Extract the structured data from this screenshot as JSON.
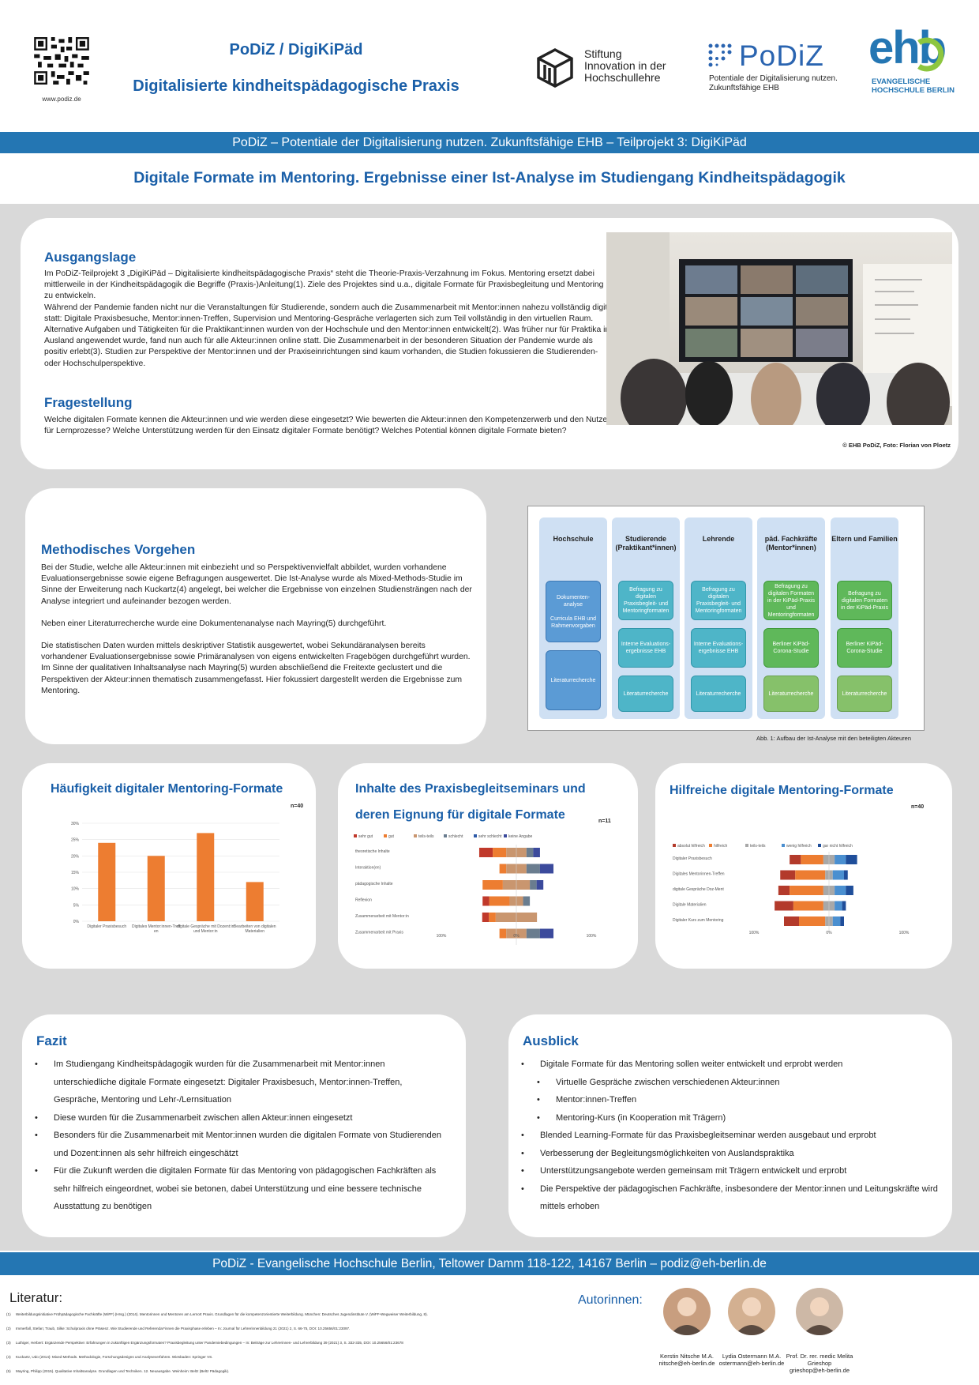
{
  "header": {
    "qr_url": "www.podiz.de",
    "title_line1": "PoDiZ / DigiKiPäd",
    "title_line2": "Digitalisierte kindheitspädagogische Praxis",
    "stiftung_line1": "Stiftung",
    "stiftung_line2": "Innovation in der",
    "stiftung_line3": "Hochschullehre",
    "podiz_logo": "PoDiZ",
    "podiz_sub1": "Potentiale der Digitalisierung nutzen.",
    "podiz_sub2": "Zukunftsfähige EHB",
    "ehb_logo": "ehb",
    "ehb_sub1": "EVANGELISCHE",
    "ehb_sub2": "HOCHSCHULE BERLIN"
  },
  "band_top": "PoDiZ – Potentiale der Digitalisierung nutzen. Zukunftsfähige EHB – Teilprojekt 3: DigiKiPäd",
  "main_title": "Digitale Formate im Mentoring. Ergebnisse einer Ist-Analyse im Studiengang Kindheitspädagogik",
  "ausgangslage": {
    "heading": "Ausgangslage",
    "text": "Im PoDiZ-Teilprojekt 3 „DigiKiPäd – Digitalisierte kindheitspädagogische Praxis“ steht die Theorie-Praxis-Verzahnung im Fokus. Mentoring ersetzt dabei mittlerweile in der Kindheitspädagogik die Begriffe (Praxis-)Anleitung(1). Ziele des Projektes sind u.a., digitale Formate für Praxisbegleitung und Mentoring zu entwickeln.",
    "text2": "Während der Pandemie fanden nicht nur die Veranstaltungen für Studierende, sondern auch die Zusammenarbeit mit Mentor:innen nahezu vollständig digital statt: Digitale Praxisbesuche, Mentor:innen-Treffen, Supervision und Mentoring-Gespräche verlagerten sich zum Teil vollständig in den virtuellen Raum. Alternative Aufgaben und Tätigkeiten für die Praktikant:innen wurden von der Hochschule und den Mentor:innen entwickelt(2). Was früher nur für Praktika im Ausland angewendet wurde, fand nun auch für alle Akteur:innen online statt. Die Zusammenarbeit in der besonderen Situation der Pandemie wurde als positiv erlebt(3). Studien zur Perspektive der Mentor:innen und der Praxiseinrichtungen sind kaum vorhanden, die Studien fokussieren die Studierenden- oder Hochschulperspektive."
  },
  "fragestellung": {
    "heading": "Fragestellung",
    "text": "Welche digitalen Formate kennen die Akteur:innen und wie werden diese eingesetzt? Wie bewerten die Akteur:innen den Kompetenzerwerb und den Nutzen für Lernprozesse? Welche Unterstützung werden für den Einsatz digitaler Formate benötigt? Welches Potential können digitale Formate bieten?"
  },
  "photo_caption": "© EHB PoDiZ, Foto: Florian von Ploetz",
  "methodik": {
    "heading": "Methodisches Vorgehen",
    "p1": "Bei der Studie, welche alle Akteur:innen mit einbezieht und so Perspektivenvielfalt abbildet, wurden vorhandene Evaluationsergebnisse sowie eigene Befragungen ausgewertet. Die Ist-Analyse wurde als Mixed-Methods-Studie im Sinne der Erweiterung nach Kuckartz(4) angelegt, bei welcher die Ergebnisse von einzelnen Studiensträngen nach der Analyse integriert und aufeinander bezogen werden.",
    "p2": "Neben einer Literaturrecherche wurde eine Dokumentenanalyse nach Mayring(5) durchgeführt.",
    "p3": "Die statistischen Daten wurden mittels deskriptiver Statistik ausgewertet, wobei Sekundäranalysen bereits vorhandener Evaluationsergebnisse sowie Primäranalysen von eigens entwickelten Fragebögen durchgeführt wurden. Im Sinne der qualitativen Inhaltsanalyse nach Mayring(5) wurden abschließend die Freitexte geclustert und die Perspektiven der Akteur:innen thematisch zusammengefasst. Hier fokussiert dargestellt werden die Ergebnisse zum Mentoring."
  },
  "diagram": {
    "caption": "Abb. 1: Aufbau der Ist-Analyse mit den beteiligten Akteuren",
    "columns": [
      {
        "head": "Hochschule",
        "boxes": [
          "Dokumenten-analyse\n\nCurricula EHB und Rahmenvorgaben",
          "Literaturrecherche"
        ]
      },
      {
        "head": "Studierende (Praktikant*innen)",
        "boxes": [
          "Befragung zu digitalen Praxisbegleit- und Mentoringformaten",
          "Interne Evaluations-ergebnisse EHB",
          "Literaturrecherche"
        ]
      },
      {
        "head": "Lehrende",
        "boxes": [
          "Befragung zu digitalen Praxisbegleit- und Mentoringformaten",
          "Interne Evaluations-ergebnisse EHB",
          "Literaturrecherche"
        ]
      },
      {
        "head": "päd. Fachkräfte (Mentor*innen)",
        "boxes": [
          "Befragung zu digitalen Formaten in der KiPäd-Praxis und Mentoringformaten",
          "Berliner KiPäd-Corona-Studie",
          "Literaturrecherche"
        ]
      },
      {
        "head": "Eltern und Familien",
        "boxes": [
          "Befragung zu digitalen Formaten in der KiPäd-Praxis",
          "Berliner KiPäd-Corona-Studie",
          "Literaturrecherche"
        ]
      }
    ]
  },
  "chart1": {
    "heading": "Häufigkeit digitaler Mentoring-Formate",
    "n": "n=40"
  },
  "chart2": {
    "heading_l1": "Inhalte des Praxisbegleitseminars und",
    "heading_l2": "deren Eignung für digitale Formate",
    "n": "n=11"
  },
  "chart3": {
    "heading": "Hilfreiche digitale Mentoring-Formate",
    "n": "n=40"
  },
  "chart_data": [
    {
      "type": "bar",
      "title": "Häufigkeit digitaler Mentoring-Formate",
      "categories": [
        "Digitaler Praxisbesuch",
        "Digitales Mentor:innen-Treffen",
        "digitale Gespräche mit Dozent:in und Mentor:in",
        "Bearbeiten von digitalen Materialien"
      ],
      "values": [
        24,
        20,
        27,
        12
      ],
      "yticks": [
        "0%",
        "5%",
        "10%",
        "15%",
        "20%",
        "25%",
        "30%"
      ],
      "ylim": [
        0,
        30
      ]
    },
    {
      "type": "bar",
      "title": "Inhalte des Praxisbegleitseminars und deren Eignung für digitale Formate",
      "orientation": "horizontal-diverging",
      "legend": [
        "sehr gut",
        "gut",
        "teils-teils",
        "schlecht",
        "sehr schlecht",
        "keine Angabe"
      ],
      "categories": [
        "theoretische Inhalte",
        "Interaktion(en)",
        "pädagogische Inhalte",
        "Reflexion",
        "Zusammenarbeit mit Mentor:in",
        "Zusammenarbeit mit Praxis"
      ],
      "series": [
        {
          "name": "sehr gut",
          "values": [
            18,
            0,
            0,
            9,
            9,
            0
          ]
        },
        {
          "name": "gut",
          "values": [
            18,
            9,
            27,
            27,
            9,
            9
          ]
        },
        {
          "name": "teils-teils",
          "values": [
            27,
            27,
            36,
            18,
            55,
            27
          ]
        },
        {
          "name": "schlecht",
          "values": [
            9,
            18,
            9,
            9,
            0,
            18
          ]
        },
        {
          "name": "sehr schlecht",
          "values": [
            0,
            0,
            0,
            0,
            0,
            0
          ]
        },
        {
          "name": "keine Angabe",
          "values": [
            9,
            18,
            9,
            0,
            0,
            18
          ]
        }
      ],
      "xticks": [
        "100%",
        "0%",
        "100%"
      ]
    },
    {
      "type": "bar",
      "title": "Hilfreiche digitale Mentoring-Formate",
      "orientation": "horizontal-diverging",
      "legend": [
        "absolut hilfreich",
        "hilfreich",
        "teils-teils",
        "wenig hilfreich",
        "gar nicht hilfreich"
      ],
      "categories": [
        "Digitaler Praxisbesuch",
        "Digitales Mentorinnen-Treffen",
        "digitale Gespräche Doz-Ment",
        "Digitale Materialien",
        "Digitaler Kurs zum Mentoring"
      ],
      "series": [
        {
          "name": "absolut hilfreich",
          "values": [
            15,
            20,
            15,
            25,
            20
          ]
        },
        {
          "name": "hilfreich",
          "values": [
            30,
            40,
            45,
            40,
            35
          ]
        },
        {
          "name": "teils-teils",
          "values": [
            15,
            10,
            15,
            15,
            10
          ]
        },
        {
          "name": "wenig hilfreich",
          "values": [
            15,
            15,
            15,
            10,
            10
          ]
        },
        {
          "name": "gar nicht hilfreich",
          "values": [
            15,
            5,
            10,
            5,
            5
          ]
        }
      ],
      "xticks": [
        "100%",
        "0%",
        "100%"
      ]
    }
  ],
  "fazit": {
    "heading": "Fazit",
    "items": [
      "Im Studiengang Kindheitspädagogik wurden für die Zusammenarbeit mit Mentor:innen unterschiedliche digitale Formate eingesetzt: Digitaler Praxisbesuch, Mentor:innen-Treffen, Gespräche, Mentoring und Lehr-/Lernsituation",
      "Diese wurden für die Zusammenarbeit zwischen allen Akteur:innen eingesetzt",
      "Besonders für die Zusammenarbeit mit Mentor:innen wurden die digitalen Formate von Studierenden und Dozent:innen als sehr hilfreich eingeschätzt",
      "Für die Zukunft werden die digitalen Formate für das Mentoring von pädagogischen Fachkräften als sehr hilfreich eingeordnet, wobei sie betonen, dabei Unterstützung und eine bessere technische Ausstattung zu benötigen"
    ]
  },
  "ausblick": {
    "heading": "Ausblick",
    "items": [
      {
        "t": "Digitale Formate für das Mentoring sollen weiter entwickelt und erprobt werden",
        "sub": false
      },
      {
        "t": "Virtuelle Gespräche zwischen verschiedenen Akteur:innen",
        "sub": true
      },
      {
        "t": "Mentor:innen-Treffen",
        "sub": true
      },
      {
        "t": "Mentoring-Kurs (in Kooperation mit Trägern)",
        "sub": true
      },
      {
        "t": "Blended Learning-Formate für das Praxisbegleitseminar werden ausgebaut und erprobt",
        "sub": false
      },
      {
        "t": "Verbesserung der Begleitungsmöglichkeiten von Auslandspraktika",
        "sub": false
      },
      {
        "t": "Unterstützungsangebote werden gemeinsam mit Trägern entwickelt und erprobt",
        "sub": false
      },
      {
        "t": "Die Perspektive der pädagogischen Fachkräfte, insbesondere der Mentor:innen und Leitungskräfte wird mittels erhoben",
        "sub": false
      }
    ]
  },
  "band_bottom": "PoDiZ - Evangelische Hochschule Berlin, Teltower Damm 118-122, 14167 Berlin – podiz@eh-berlin.de",
  "literatur": {
    "heading": "Literatur:",
    "items": [
      "(1)     Weiterbildungsinitiative Frühpädagogische Fachkräfte (WiFF) (Hrsg.) (2014). Mentorinnen und Mentoren am Lernort Praxis. Grundlagen für die kompetenzorientierte Weiterbildung. München: Deutsches Jugendinstitute.V. (WiFF-Wegweiser Weiterbildung, 8).",
      "(2)     Immerfall, Stefan; Traub, Silke: Schulpraxis ohne Präsenz. Wie Studierende und Referendar*innen die Praxisphase erleben – In: Journal für Lehrerinnenbildung 21 (2021) 2, S. 66-75, DOI: 10.25656/01:23097.",
      "(3)     Luthiger, Herbert: Ergänzende Perspektive: Erfahrungen in zukünftigen Ergänzungsformaten? Praxisbegleitung unter Pandemiebedingungen – In: Beiträge zur Lehrerinnen- und Lehrerbildung 39 (2021) 3, S. 332-335, DOI: 10.25656/01:23678",
      "(4)     Kuckartz, Udo (2014): Mixed Methods. Methodologie, Forschungsdesigns und Analyseverfahren. Wiesbaden: Springer VS.",
      "(5)     Mayring, Philipp (2015). Qualitative Inhaltsanalyse. Grundlagen und Techniken. 12. Neuausgabe. Weinheim: Beltz (Beltz Pädagogik)."
    ]
  },
  "autorinnen": {
    "heading": "Autorinnen:",
    "people": [
      {
        "name": "Kerstin Nitsche M.A.",
        "mail": "nitsche@eh-berlin.de"
      },
      {
        "name": "Lydia Ostermann M.A.",
        "mail": "ostermann@eh-berlin.de"
      },
      {
        "name": "Prof. Dr. rer. medic Melita Grieshop",
        "mail": "grieshop@eh-berlin.de"
      }
    ]
  },
  "colors": {
    "accent": "#1a5fa8",
    "band": "#2476b3",
    "orange": "#ed7d31"
  }
}
